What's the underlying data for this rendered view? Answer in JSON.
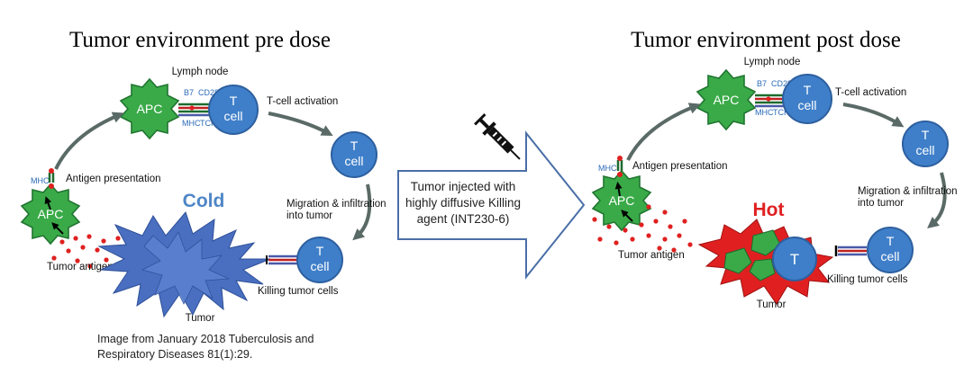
{
  "left": {
    "title": "Tumor environment pre dose",
    "lymph_node": "Lymph node",
    "apc": "APC",
    "b7": "B7",
    "cd28": "CD28",
    "mhc": "MHC",
    "tcr": "TCR",
    "t_letter": "T",
    "cell_word": "cell",
    "tcell_activation": "T-cell activation",
    "migration_line1": "Migration & infiltration",
    "migration_line2": "into tumor",
    "antigen_presentation": "Antigen presentation",
    "mhc_small": "MHC",
    "state": "Cold",
    "tumor_antigen": "Tumor antigen",
    "killing": "Killing tumor cells",
    "tumor": "Tumor"
  },
  "middle": {
    "arrow_line1": "Tumor injected with",
    "arrow_line2": "highly diffusive Killing",
    "arrow_line3": "agent (INT230-6)",
    "icon": "syringe-icon"
  },
  "right": {
    "title": "Tumor environment post dose",
    "lymph_node": "Lymph node",
    "apc": "APC",
    "b7": "B7",
    "cd28": "CD28",
    "mhc": "MHC",
    "tcr": "TCR",
    "t_letter": "T",
    "cell_word": "cell",
    "tcell_activation": "T-cell activation",
    "migration_line1": "Migration & infiltration",
    "migration_line2": "into tumor",
    "antigen_presentation": "Antigen presentation",
    "mhc_small": "MHC",
    "state": "Hot",
    "tumor_antigen": "Tumor antigen",
    "killing": "Killing tumor cells",
    "tumor": "Tumor"
  },
  "caption": {
    "line1": "Image from January 2018 Tuberculosis and",
    "line2": "Respiratory Diseases 81(1):29."
  },
  "colors": {
    "tcell": "#3f7fc9",
    "apc": "#3aaa48",
    "cold_tumor": "#4a6fc0",
    "hot_tumor": "#e02020",
    "antigen": "#e02020"
  }
}
